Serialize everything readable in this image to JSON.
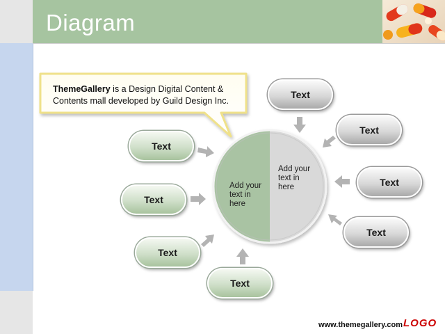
{
  "header": {
    "title": "Diagram",
    "color": "#a6c4a0"
  },
  "callout": {
    "brand": "ThemeGallery",
    "text": " is a Design Digital Content & Contents mall developed by Guild Design Inc."
  },
  "circle": {
    "left_text": "Add your text in here",
    "right_text": "Add your text in here",
    "left_color": "#a9c3a3",
    "right_color": "#d9d9d9"
  },
  "nodes": [
    {
      "label": "Text",
      "style": "green"
    },
    {
      "label": "Text",
      "style": "green"
    },
    {
      "label": "Text",
      "style": "green"
    },
    {
      "label": "Text",
      "style": "green"
    },
    {
      "label": "Text",
      "style": "gray"
    },
    {
      "label": "Text",
      "style": "gray"
    },
    {
      "label": "Text",
      "style": "gray"
    },
    {
      "label": "Text",
      "style": "gray"
    }
  ],
  "footer": {
    "url": "www.themegallery.com",
    "logo": "LOGO"
  }
}
